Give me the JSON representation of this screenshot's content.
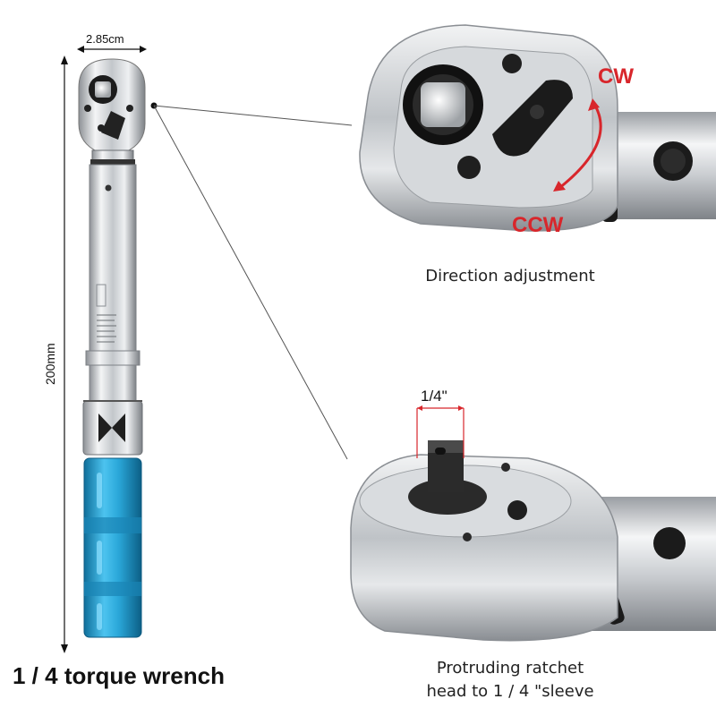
{
  "dimensions": {
    "width_label": "2.85cm",
    "length_label": "200mm"
  },
  "top_detail": {
    "cw_label": "CW",
    "ccw_label": "CCW",
    "caption": "Direction adjustment"
  },
  "bottom_detail": {
    "size_label": "1/4\"",
    "caption_line1": "Protruding ratchet",
    "caption_line2": "head to 1 / 4 \"sleeve"
  },
  "product_title": "1 / 4 torque wrench",
  "colors": {
    "accent_red": "#d8262b",
    "handle_blue": "#2aa7d9",
    "chrome": "#c9ccd0"
  }
}
